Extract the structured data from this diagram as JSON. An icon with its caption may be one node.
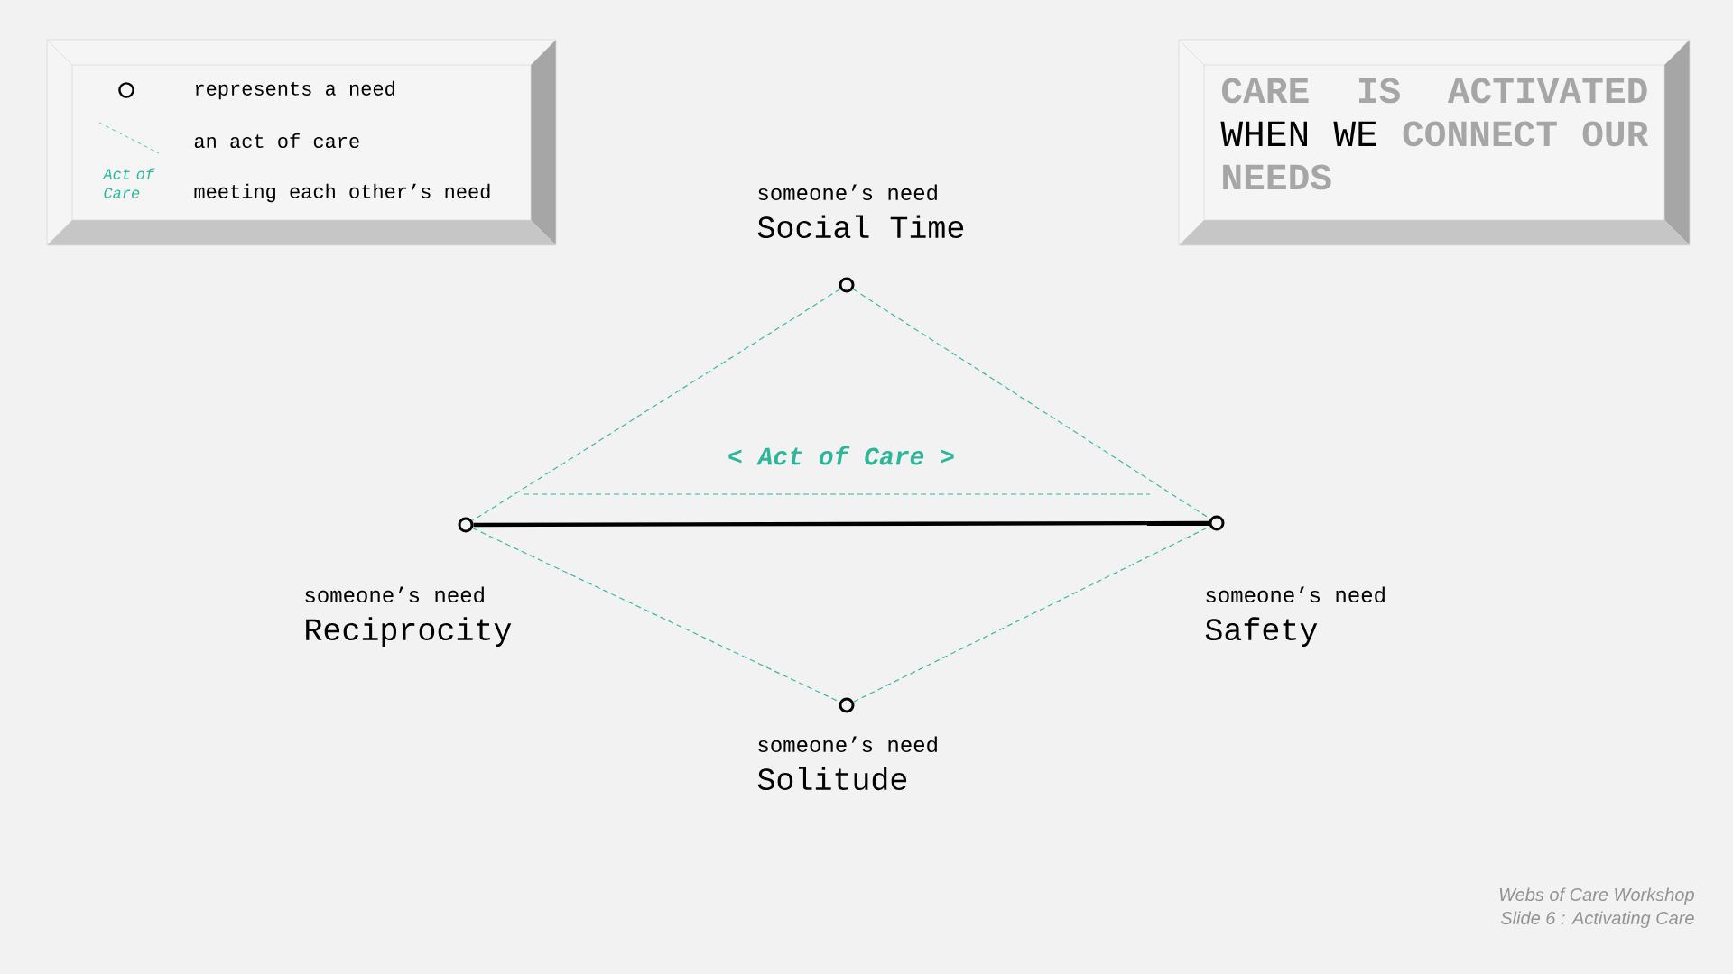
{
  "diagram": {
    "title": "**CARE IS ACTIVATED** WHEN WE **CONNECT OUR NEEDS**",
    "nodes": [
      {
        "text": [],
        "shape": "circle",
        "beside": [
          "someone’s need",
          "Social Time"
        ]
      },
      {
        "text": [],
        "shape": "circle",
        "beside": [
          "someone’s need",
          "Reciprocity"
        ]
      },
      {
        "text": [],
        "shape": "circle",
        "beside": [
          "someone’s need",
          "Safety"
        ]
      },
      {
        "text": [],
        "shape": "circle",
        "beside": [
          "someone’s need",
          "Solitude"
        ]
      }
    ],
    "edges": [
      {
        "from": 0,
        "to": 1,
        "arrow": "none",
        "style": "dashed",
        "color": "#3cb89e"
      },
      {
        "from": 0,
        "to": 2,
        "arrow": "none",
        "style": "dashed",
        "color": "#3cb89e"
      },
      {
        "from": 1,
        "to": 2,
        "arrow": "none",
        "style": "thick",
        "color": "#000000",
        "label": "< Act of Care >"
      },
      {
        "from": 1,
        "to": 3,
        "arrow": "none",
        "style": "dashed",
        "color": "#3cb89e"
      },
      {
        "from": 3,
        "to": 2,
        "arrow": "none",
        "style": "dashed",
        "color": "#3cb89e"
      }
    ],
    "labels": [
      "Act of Care",
      "Webs of Care Workshop",
      "Slide 6 : Activating Care"
    ],
    "legend": [
      {
        "text": "represents a need"
      },
      {
        "text": "an act of care"
      },
      {
        "text": "meeting each other’s need"
      }
    ]
  }
}
